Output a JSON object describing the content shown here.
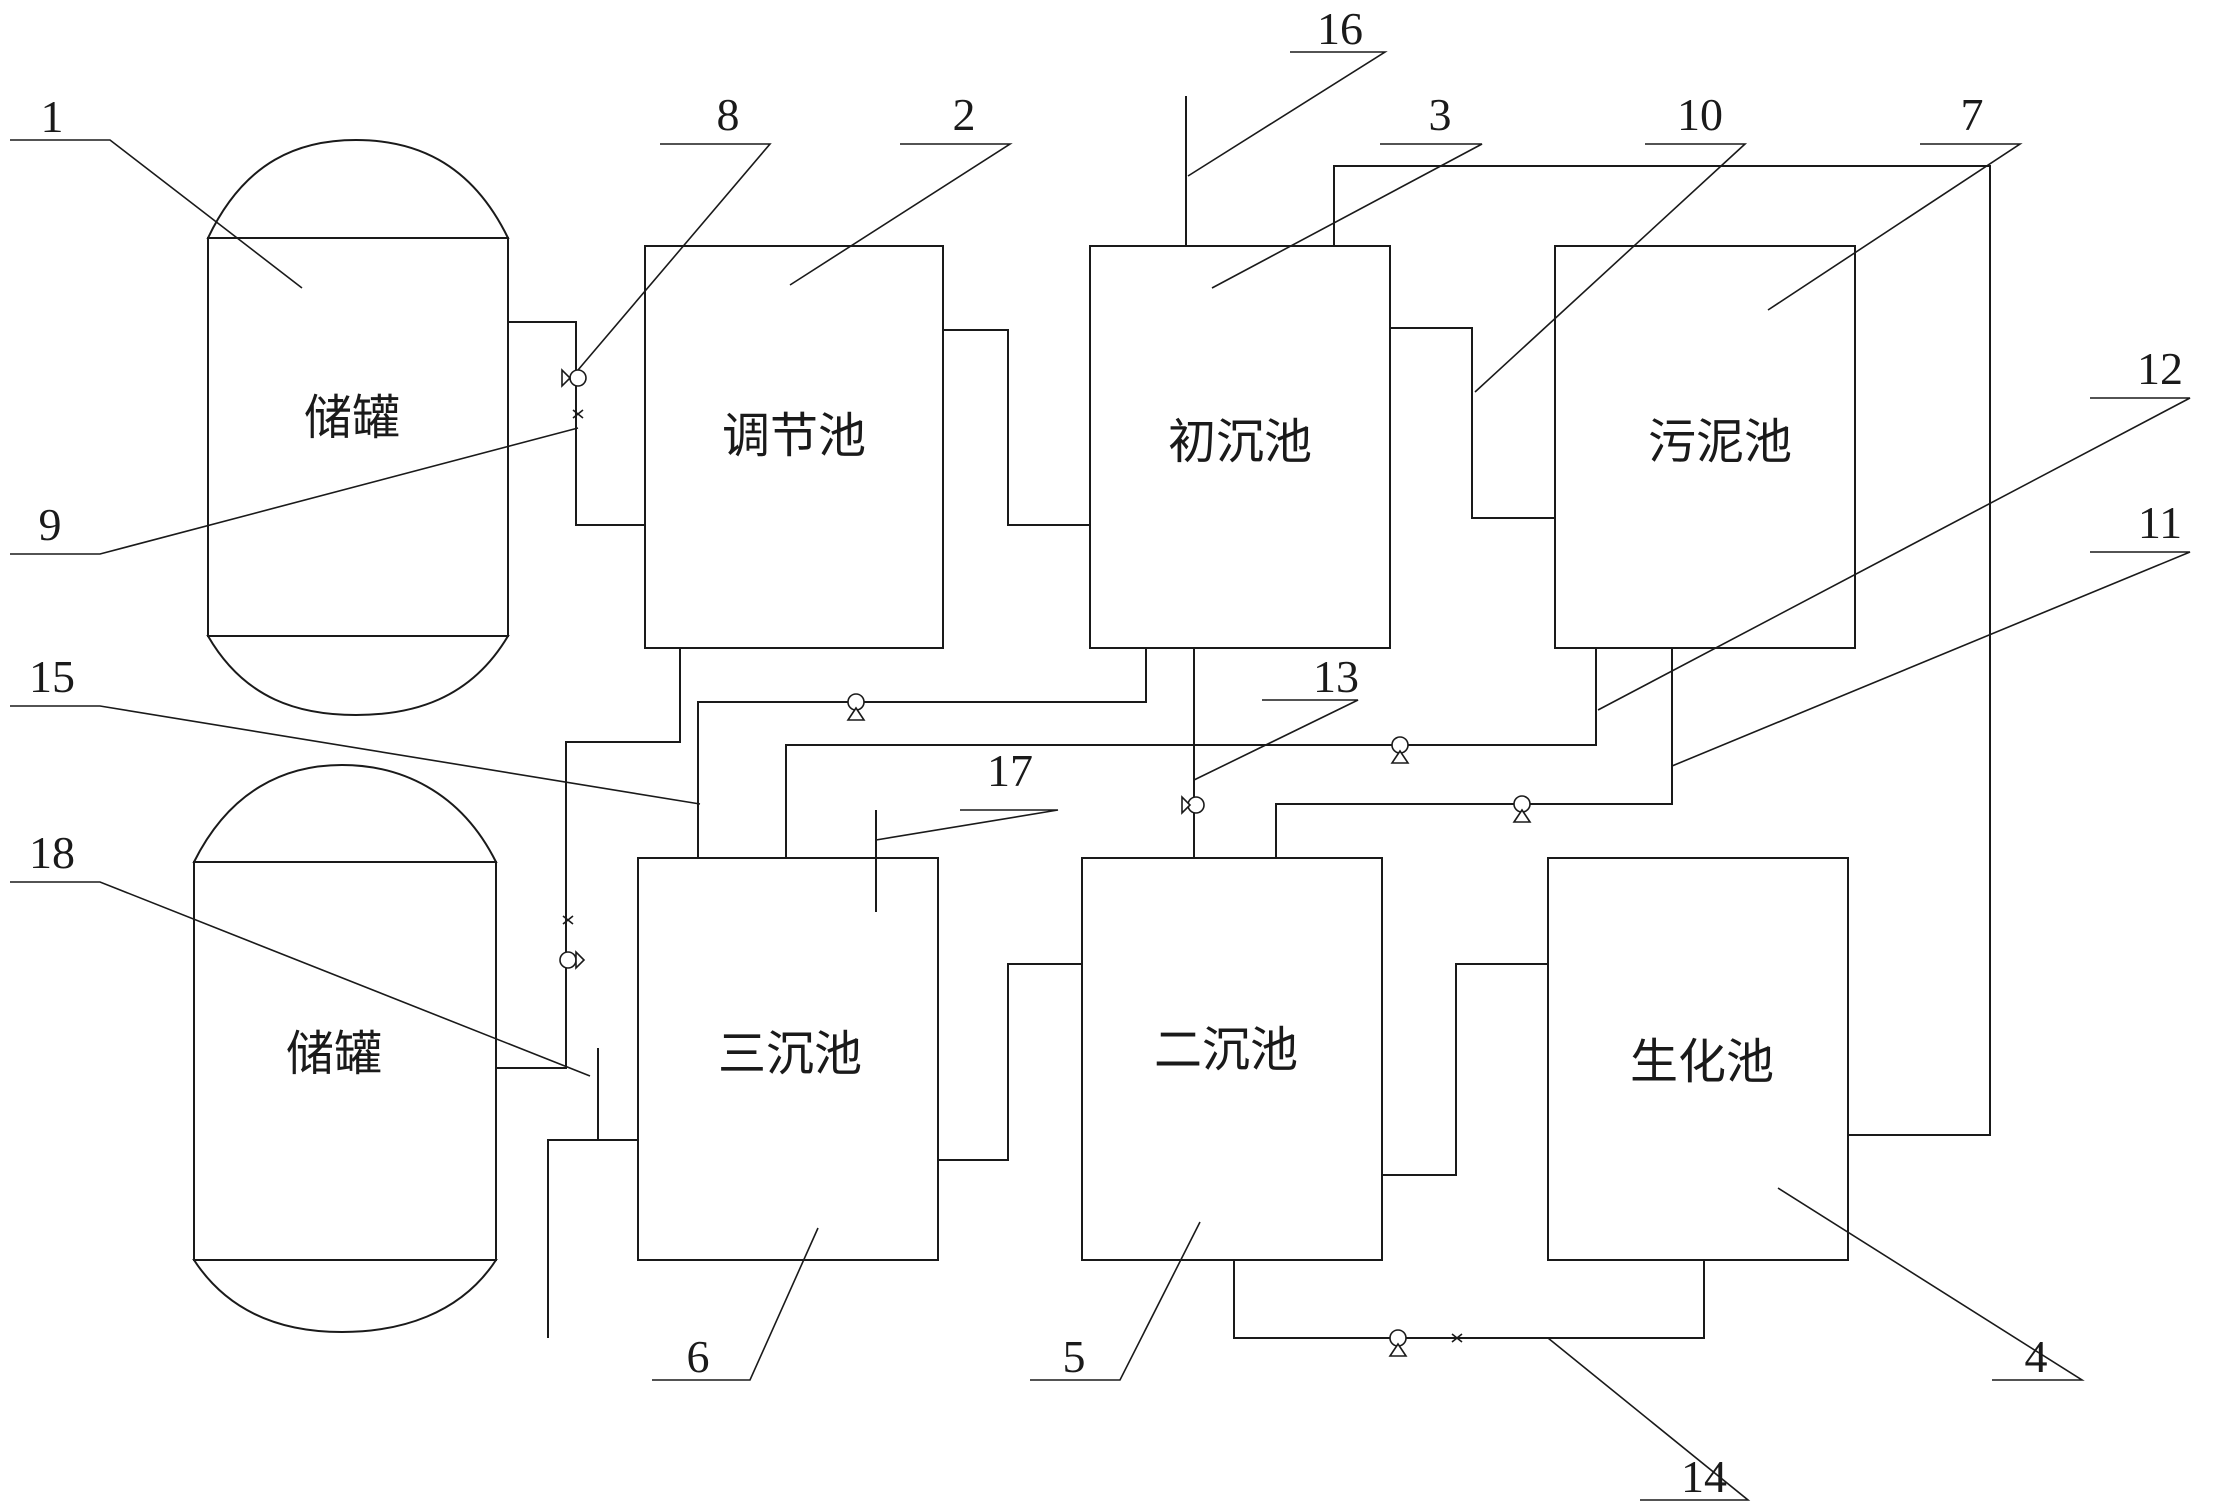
{
  "units": {
    "storage_tank_1": {
      "label": "储罐",
      "number": "1"
    },
    "regulating_tank": {
      "label": "调节池",
      "number": "2"
    },
    "primary_settling_tank": {
      "label": "初沉池",
      "number": "3"
    },
    "biochemical_tank": {
      "label": "生化池",
      "number": "4"
    },
    "secondary_settling_tank": {
      "label": "二沉池",
      "number": "5"
    },
    "tertiary_settling_tank": {
      "label": "三沉池",
      "number": "6"
    },
    "sludge_tank": {
      "label": "污泥池",
      "number": "7"
    },
    "storage_tank_18": {
      "label": "储罐",
      "number": "18"
    }
  },
  "callouts": {
    "pump_8": "8",
    "valve_9": "9",
    "pipe_10": "10",
    "pipe_11": "11",
    "pipe_12": "12",
    "pump_13": "13",
    "pipe_14": "14",
    "pipe_15": "15",
    "pipe_16": "16",
    "pipe_17": "17"
  }
}
